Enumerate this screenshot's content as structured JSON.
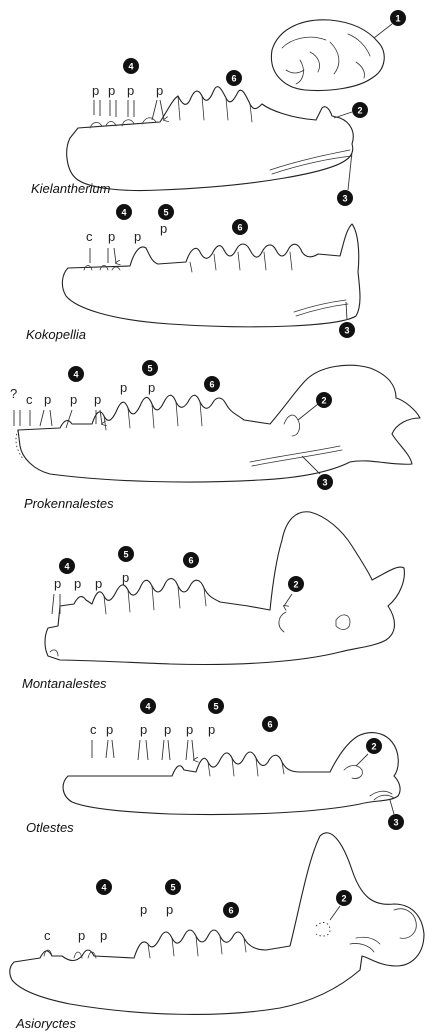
{
  "taxa": {
    "t1": "Kielantherium",
    "t2": "Kokopellia",
    "t3": "Prokennalestes",
    "t4": "Montanalestes",
    "t5": "Otlestes",
    "t6": "Asioryctes"
  },
  "labels": {
    "p": "p",
    "c": "c",
    "q": "?"
  },
  "callouts": {
    "n1": "1",
    "n2": "2",
    "n3": "3",
    "n4": "4",
    "n5": "5",
    "n6": "6"
  }
}
